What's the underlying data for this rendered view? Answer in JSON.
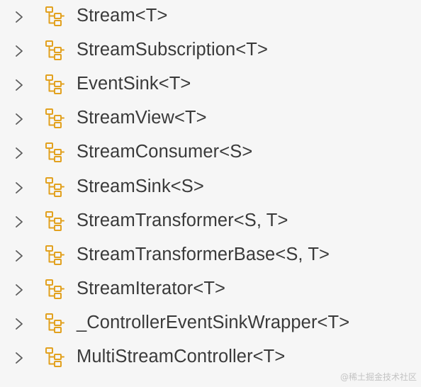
{
  "tree": {
    "items": [
      {
        "label": "Stream<T>",
        "icon": "class-hierarchy-icon",
        "expand_icon": "chevron-right-icon"
      },
      {
        "label": "StreamSubscription<T>",
        "icon": "class-hierarchy-icon",
        "expand_icon": "chevron-right-icon"
      },
      {
        "label": "EventSink<T>",
        "icon": "class-hierarchy-icon",
        "expand_icon": "chevron-right-icon"
      },
      {
        "label": "StreamView<T>",
        "icon": "class-hierarchy-icon",
        "expand_icon": "chevron-right-icon"
      },
      {
        "label": "StreamConsumer<S>",
        "icon": "class-hierarchy-icon",
        "expand_icon": "chevron-right-icon"
      },
      {
        "label": "StreamSink<S>",
        "icon": "class-hierarchy-icon",
        "expand_icon": "chevron-right-icon"
      },
      {
        "label": "StreamTransformer<S, T>",
        "icon": "class-hierarchy-icon",
        "expand_icon": "chevron-right-icon"
      },
      {
        "label": "StreamTransformerBase<S, T>",
        "icon": "class-hierarchy-icon",
        "expand_icon": "chevron-right-icon"
      },
      {
        "label": "StreamIterator<T>",
        "icon": "class-hierarchy-icon",
        "expand_icon": "chevron-right-icon"
      },
      {
        "label": "_ControllerEventSinkWrapper<T>",
        "icon": "class-hierarchy-icon",
        "expand_icon": "chevron-right-icon"
      },
      {
        "label": "MultiStreamController<T>",
        "icon": "class-hierarchy-icon",
        "expand_icon": "chevron-right-icon"
      }
    ]
  },
  "watermark": "@稀土掘金技术社区",
  "colors": {
    "background": "#f6f6f6",
    "text": "#3a3a3a",
    "icon_accent": "#e2a11f",
    "chevron": "#5c5c5c"
  }
}
